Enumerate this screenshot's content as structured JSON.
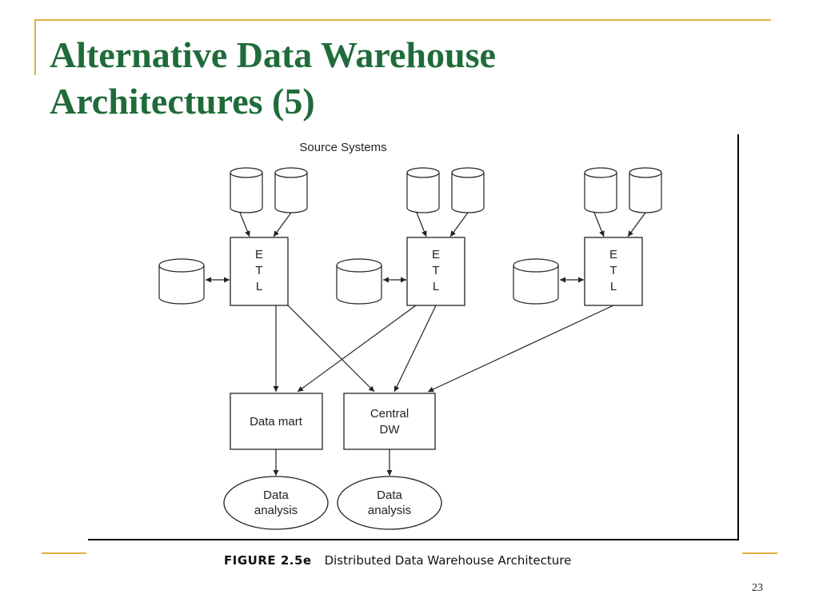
{
  "slide": {
    "title_line1": "Alternative Data Warehouse",
    "title_line2": "Architectures (5)",
    "page_number": "23"
  },
  "figure": {
    "caption_label": "FIGURE 2.5e",
    "caption_text": "Distributed Data Warehouse Architecture",
    "source_label": "Source Systems",
    "etl_letters": [
      "E",
      "T",
      "L"
    ],
    "data_mart_label": "Data mart",
    "central_dw_line1": "Central",
    "central_dw_line2": "DW",
    "analysis_line1": "Data",
    "analysis_line2": "analysis"
  },
  "colors": {
    "title": "#1f6b3a",
    "accent_lines": "#e0b040"
  }
}
